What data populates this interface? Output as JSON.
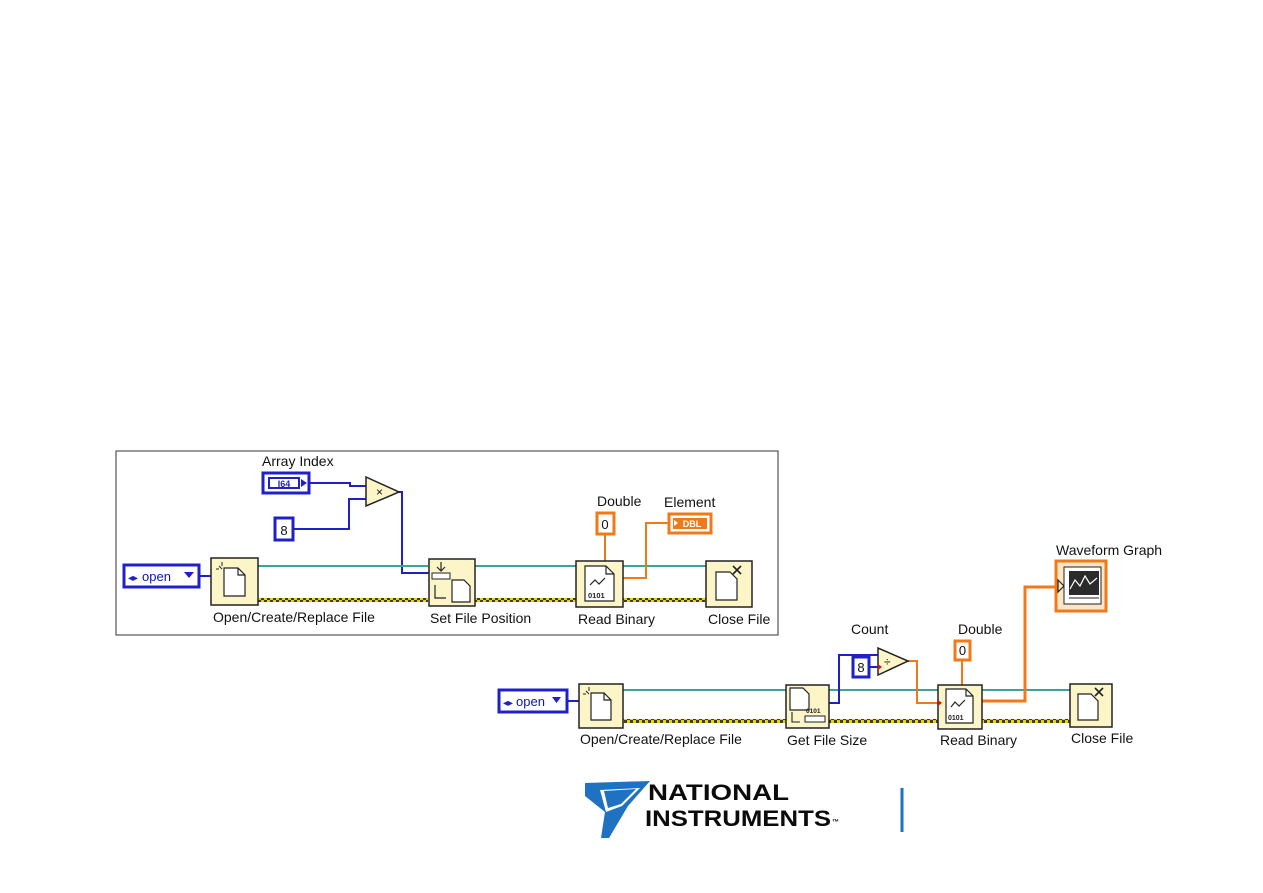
{
  "diagram1": {
    "array_index_label": "Array Index",
    "i64_text": "I64",
    "const_8": "8",
    "open_text": "open",
    "double_label": "Double",
    "double_const": "0",
    "element_label": "Element",
    "dbl_text": "DBL",
    "open_create_label": "Open/Create/Replace File",
    "set_pos_label": "Set File Position",
    "read_binary_label": "Read Binary",
    "close_label": "Close File"
  },
  "diagram2": {
    "count_label": "Count",
    "const_8": "8",
    "open_text": "open",
    "double_label": "Double",
    "double_const": "0",
    "waveform_label": "Waveform Graph",
    "open_create_label": "Open/Create/Replace File",
    "get_size_label": "Get File Size",
    "read_binary_label": "Read Binary",
    "close_label": "Close File"
  },
  "logo": {
    "line1": "NATIONAL",
    "line2": "INSTRUMENTS",
    "tm": "™"
  },
  "colors": {
    "integer_wire": "#2020c8",
    "double_wire": "#f07a1a",
    "refnum_wire": "#3aa39a",
    "error_wire": "#b59a00",
    "node_fill": "#fbf5c8",
    "logo_blue": "#1f71c1"
  }
}
